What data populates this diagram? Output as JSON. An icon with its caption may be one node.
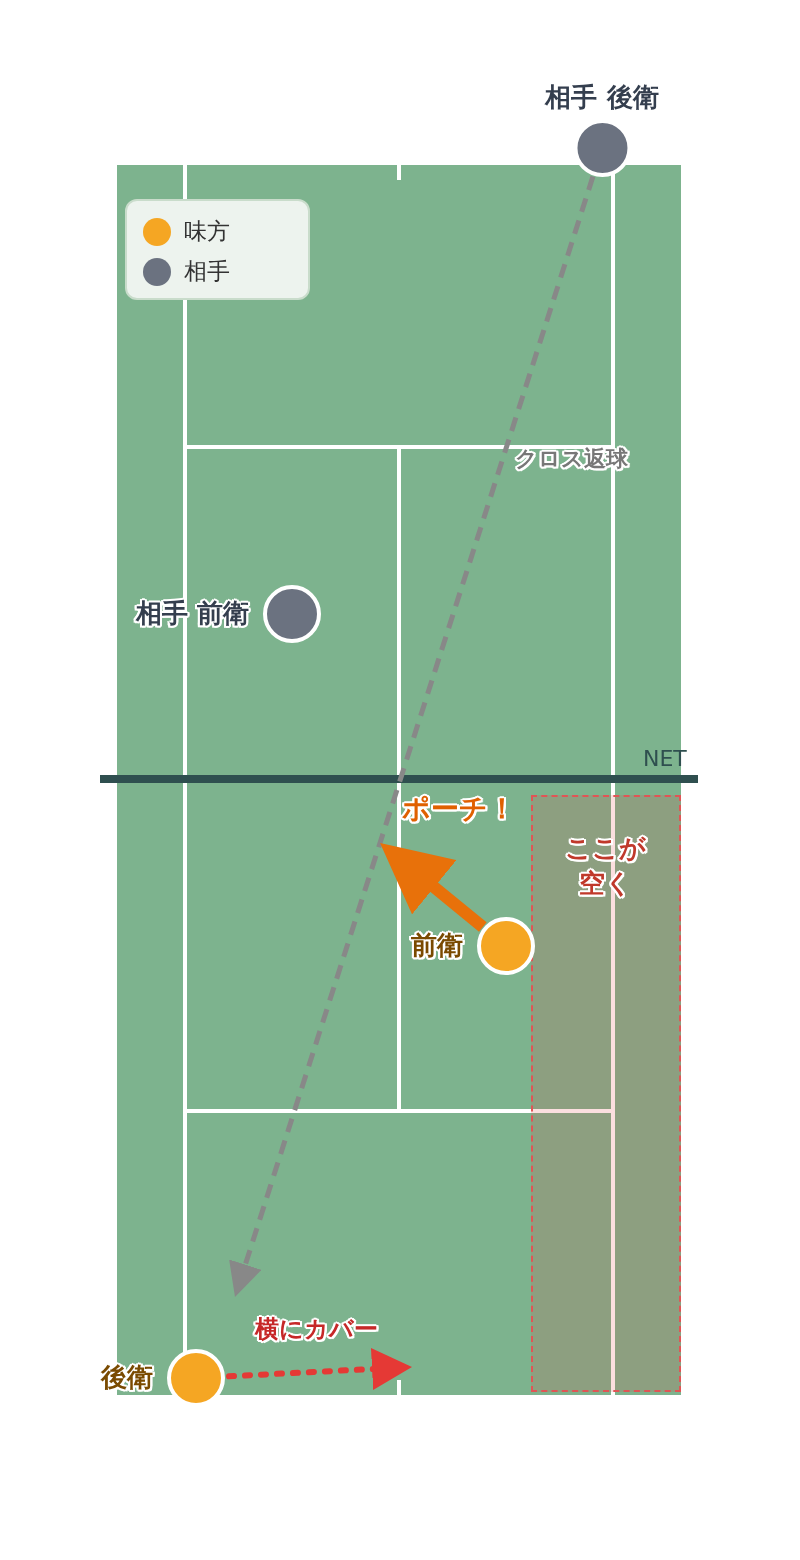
{
  "diagram": {
    "nodes": [
      {
        "text": [
          "相手 後衛"
        ]
      },
      {
        "text": [
          "相手 前衛"
        ]
      },
      {
        "text": [
          "ここが空く"
        ]
      },
      {
        "text": [
          "前衛"
        ]
      },
      {
        "text": [
          "後衛"
        ]
      }
    ],
    "edges": [
      {
        "from": 0,
        "to": null,
        "arrow": "to",
        "label": "クロス返球",
        "style": "dashed",
        "color": "#888888"
      },
      {
        "from": 3,
        "to": null,
        "arrow": "to",
        "label": "ポーチ！",
        "style": "thick",
        "color": "#e8710a"
      },
      {
        "from": 4,
        "to": null,
        "arrow": "to",
        "label": "横にカバー",
        "style": "dashed",
        "color": "#e53935"
      }
    ],
    "labels": [
      "NET"
    ],
    "legend": [
      {
        "text": "味方",
        "color": "#f5a623"
      },
      {
        "text": "相手",
        "color": "#6b7280"
      }
    ]
  }
}
